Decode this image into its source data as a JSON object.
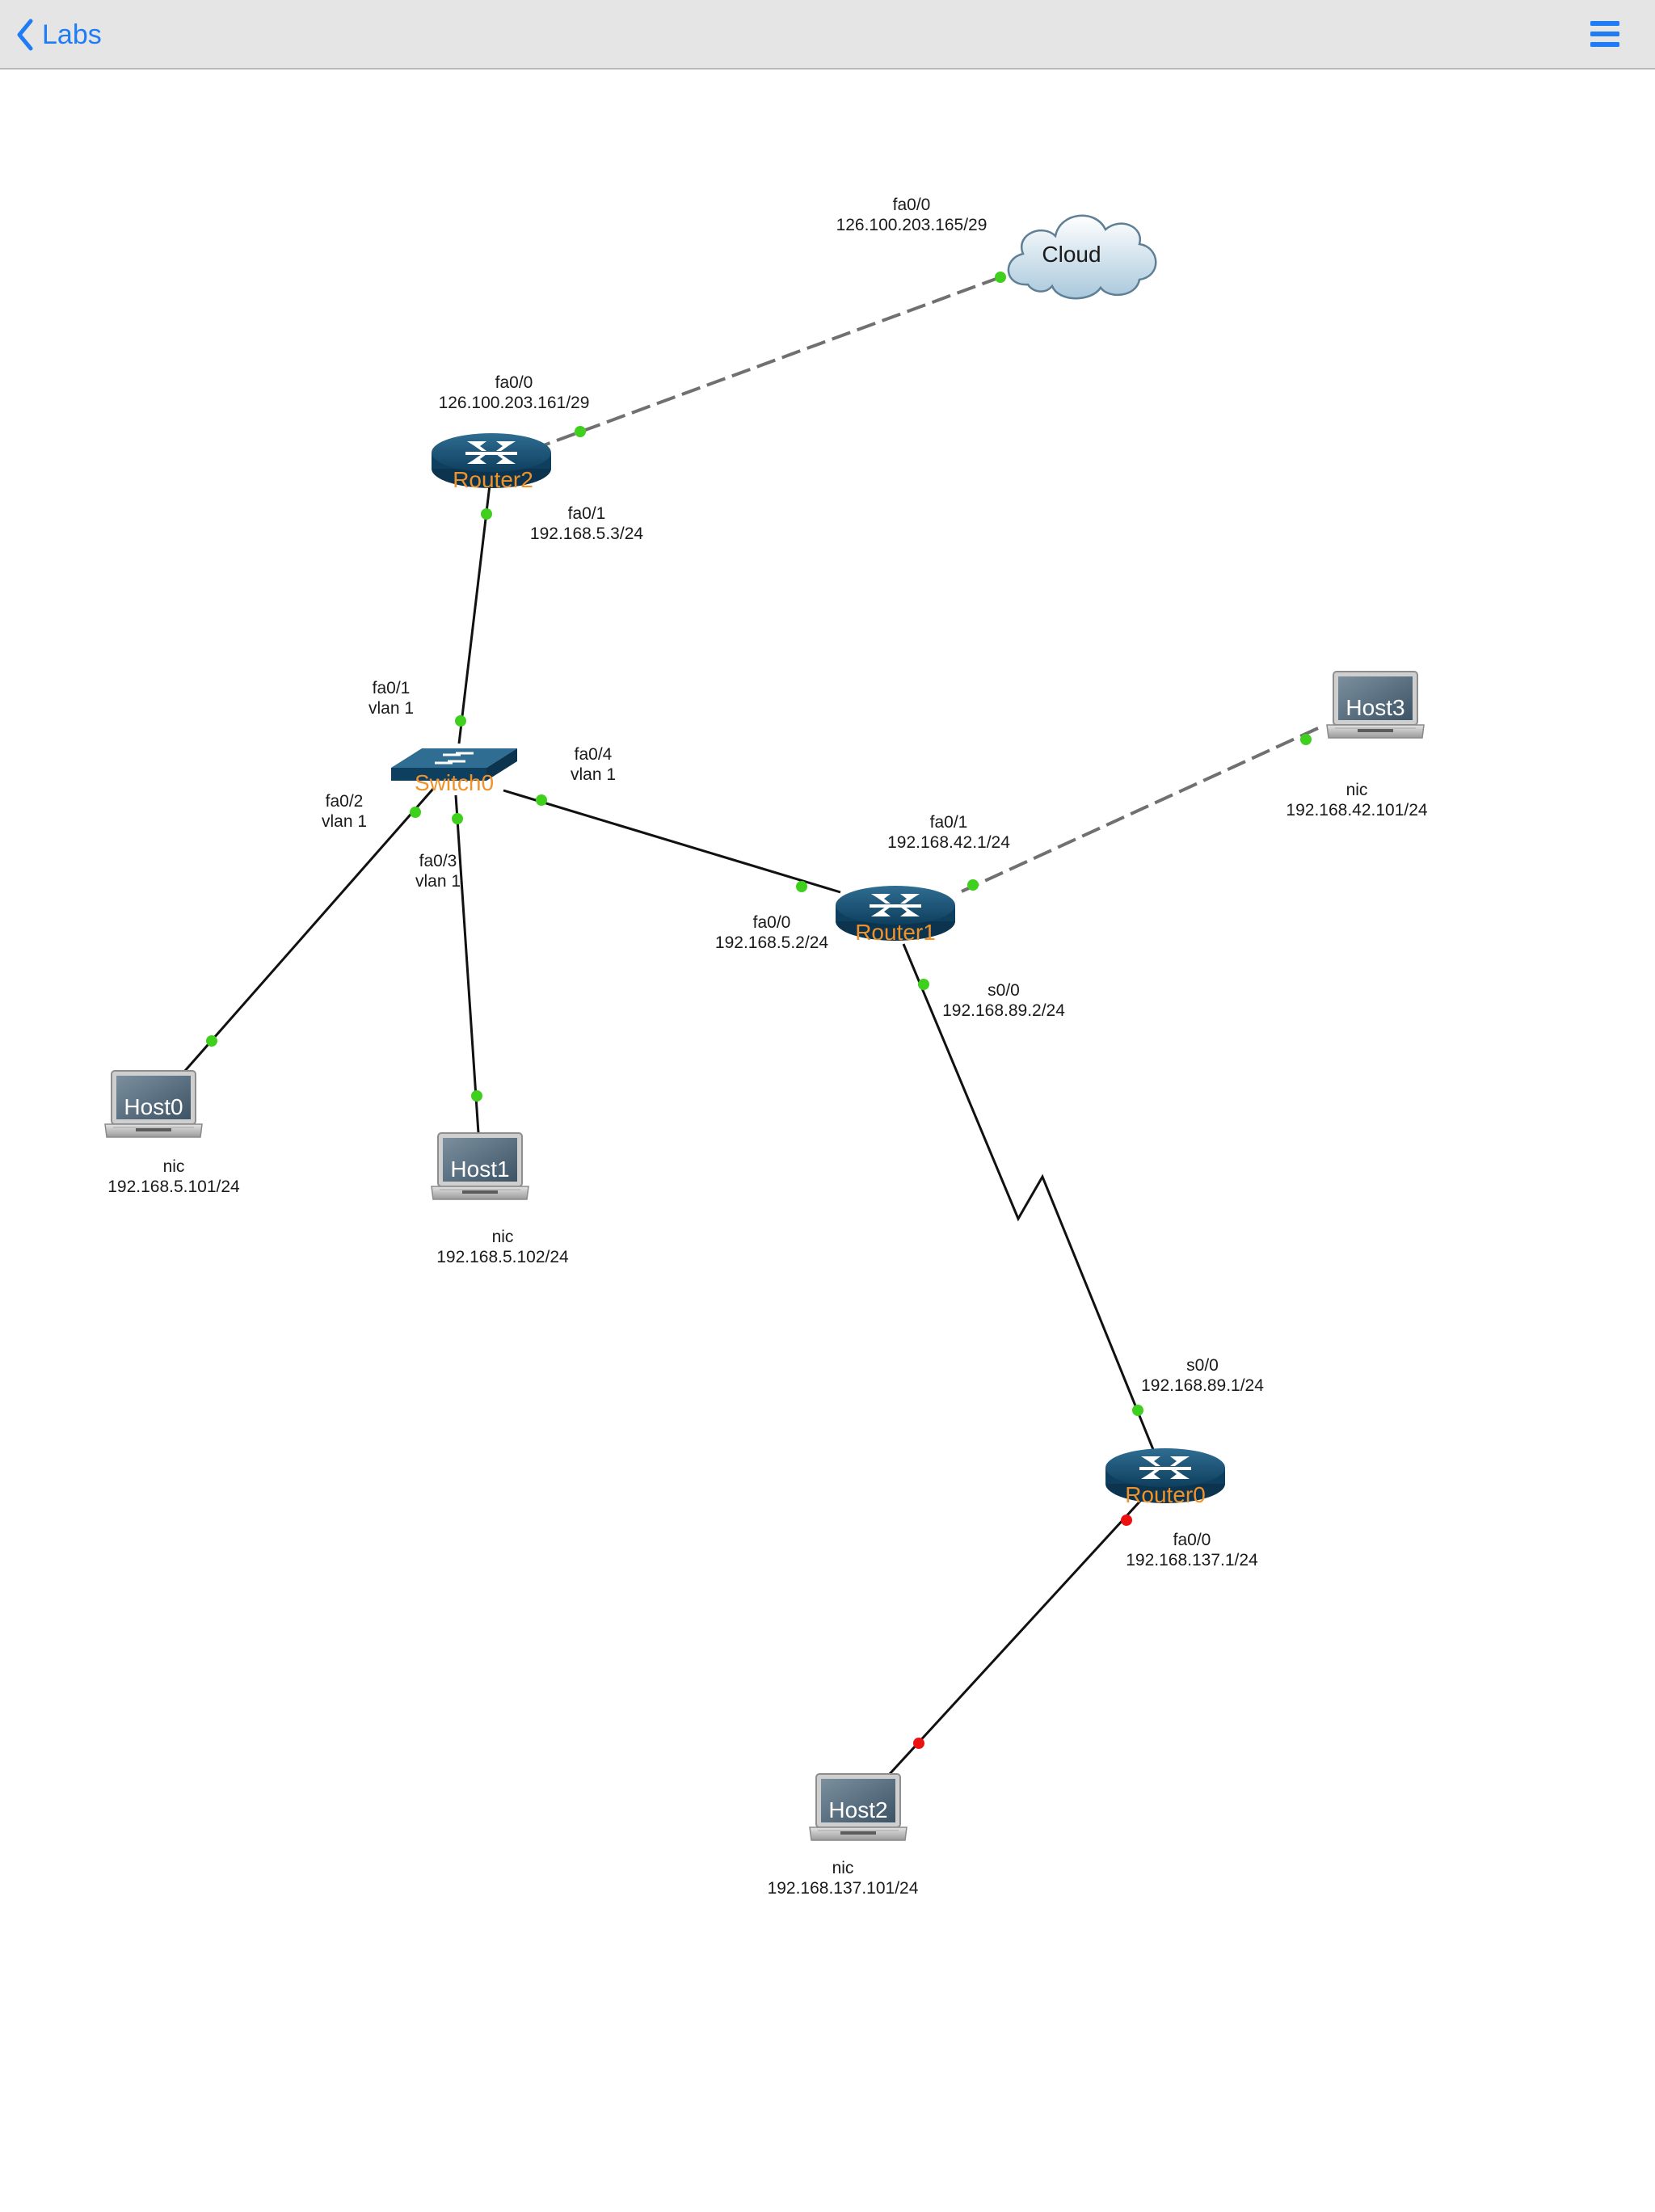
{
  "navbar": {
    "back_label": "Labs",
    "back_icon": "chevron-left-icon",
    "menu_icon": "hamburger-menu-icon",
    "accent_color": "#1f7cf5"
  },
  "topology": {
    "devices": {
      "cloud": {
        "type": "cloud",
        "name": "Cloud"
      },
      "router2": {
        "type": "router",
        "name": "Router2"
      },
      "switch0": {
        "type": "switch",
        "name": "Switch0"
      },
      "router1": {
        "type": "router",
        "name": "Router1"
      },
      "router0": {
        "type": "router",
        "name": "Router0"
      },
      "host0": {
        "type": "host",
        "name": "Host0"
      },
      "host1": {
        "type": "host",
        "name": "Host1"
      },
      "host2": {
        "type": "host",
        "name": "Host2"
      },
      "host3": {
        "type": "host",
        "name": "Host3"
      }
    },
    "interfaces": {
      "cloud_fa00": {
        "port": "fa0/0",
        "addr": "126.100.203.165/29"
      },
      "router2_fa00": {
        "port": "fa0/0",
        "addr": "126.100.203.161/29"
      },
      "router2_fa01": {
        "port": "fa0/1",
        "addr": "192.168.5.3/24"
      },
      "switch0_fa01": {
        "port": "fa0/1",
        "addr": "vlan 1"
      },
      "switch0_fa04": {
        "port": "fa0/4",
        "addr": "vlan 1"
      },
      "switch0_fa02": {
        "port": "fa0/2",
        "addr": "vlan 1"
      },
      "switch0_fa03": {
        "port": "fa0/3",
        "addr": "vlan 1"
      },
      "router1_fa01": {
        "port": "fa0/1",
        "addr": "192.168.42.1/24"
      },
      "router1_fa00": {
        "port": "fa0/0",
        "addr": "192.168.5.2/24"
      },
      "router1_s00": {
        "port": "s0/0",
        "addr": "192.168.89.2/24"
      },
      "router0_s00": {
        "port": "s0/0",
        "addr": "192.168.89.1/24"
      },
      "router0_fa00": {
        "port": "fa0/0",
        "addr": "192.168.137.1/24"
      },
      "host0_nic": {
        "port": "nic",
        "addr": "192.168.5.101/24"
      },
      "host1_nic": {
        "port": "nic",
        "addr": "192.168.5.102/24"
      },
      "host2_nic": {
        "port": "nic",
        "addr": "192.168.137.101/24"
      },
      "host3_nic": {
        "port": "nic",
        "addr": "192.168.42.101/24"
      }
    },
    "link_colors": {
      "up": "#3fcf1d",
      "down": "#ee1111",
      "cable": "#111111",
      "dashed": "#707070"
    },
    "device_label_color": "#f0922a"
  }
}
